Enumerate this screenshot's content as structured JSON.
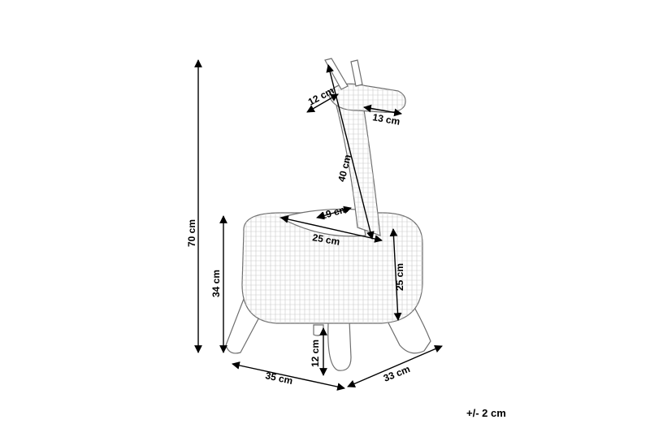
{
  "diagram": {
    "dimensions": {
      "total_height": "70 cm",
      "seat_height": "34 cm",
      "neck_length": "40 cm",
      "head_depth": "12 cm",
      "head_length": "13 cm",
      "opening_depth": "19 cm",
      "opening_width": "25 cm",
      "body_height": "25 cm",
      "leg_height": "12 cm",
      "base_width": "35 cm",
      "base_depth": "33 cm"
    },
    "tolerance": "+/- 2 cm"
  }
}
